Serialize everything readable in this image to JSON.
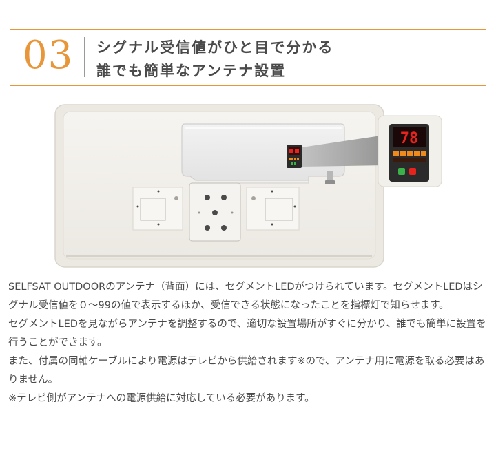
{
  "header": {
    "step_number": "03",
    "title_line1": "シグナル受信値がひと目で分かる",
    "title_line2": "誰でも簡単なアンテナ設置"
  },
  "figure": {
    "led_readout": "78",
    "colors": {
      "panel": "#f1efea",
      "panel_border": "#dedad2",
      "led_red": "#e8231e",
      "led_orange": "#f08a1a",
      "led_green": "#3bb14a"
    }
  },
  "body": {
    "paragraphs": [
      "SELFSAT OUTDOORのアンテナ（背面）には、セグメントLEDがつけられています。セグメントLEDはシグナル受信値を０～99の値で表示するほか、受信できる状態になったことを指標灯で知らせます。",
      "セグメントLEDを見ながらアンテナを調整するので、適切な設置場所がすぐに分かり、誰でも簡単に設置を行うことができます。",
      "また、付属の同軸ケーブルにより電源はテレビから供給されます※ので、アンテナ用に電源を取る必要はありません。",
      "※テレビ側がアンテナへの電源供給に対応している必要があります。"
    ]
  },
  "theme": {
    "accent": "#e8963a",
    "text": "#4a4a4a"
  }
}
